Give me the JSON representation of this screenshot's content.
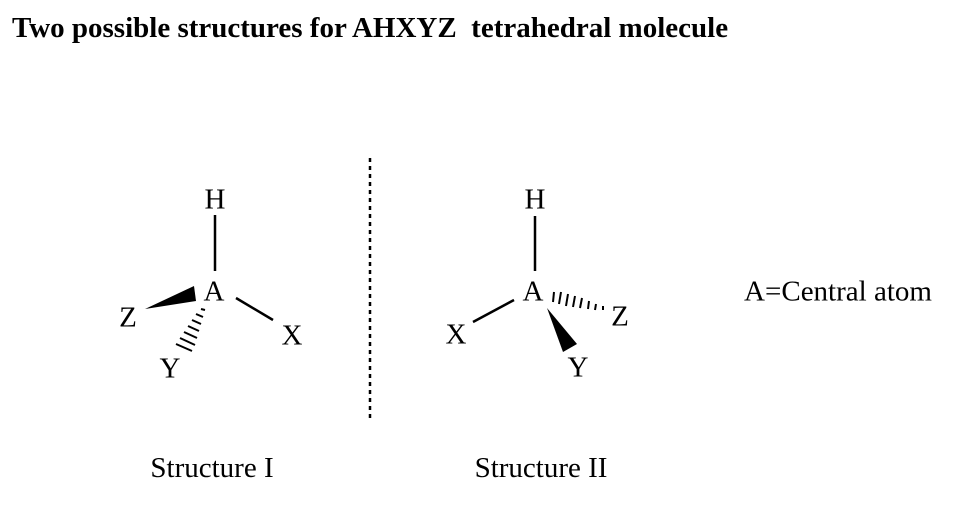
{
  "title": "Two possible structures for AHXYZ  tetrahedral molecule",
  "structure1": {
    "caption": "Structure I",
    "center": "A",
    "top": "H",
    "left": "Z",
    "right": "X",
    "bottom": "Y"
  },
  "structure2": {
    "caption": "Structure II",
    "center": "A",
    "top": "H",
    "left": "X",
    "right": "Z",
    "bottom": "Y"
  },
  "legend": "A=Central atom"
}
